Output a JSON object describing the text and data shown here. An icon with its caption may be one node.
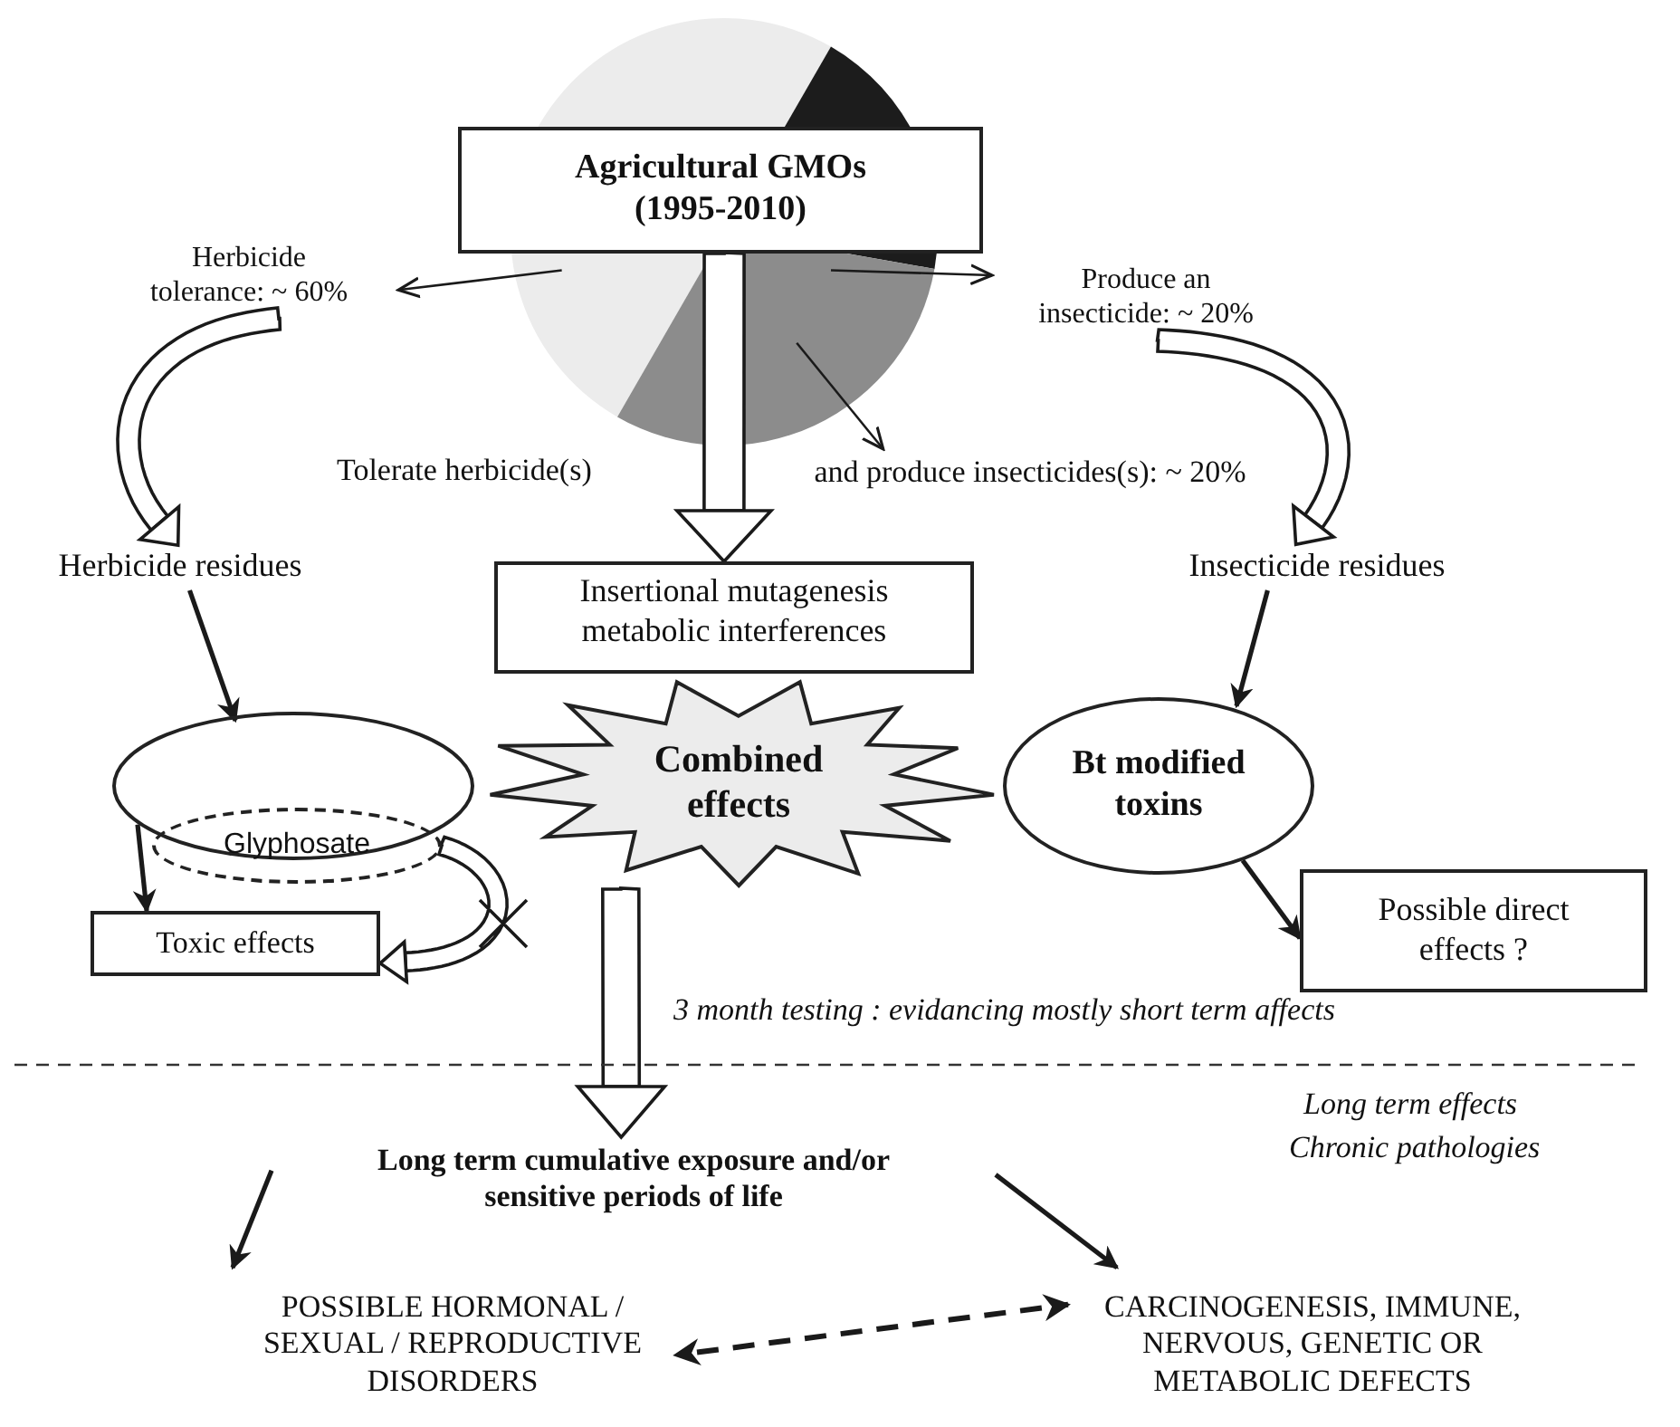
{
  "diagram": {
    "nodes": [
      {
        "text": [
          "Agricultural GMOs (1995-2010)"
        ]
      },
      {
        "text": [],
        "shape": "pie"
      },
      {
        "text": [
          "Herbicide tolerance: ~ 60%"
        ]
      },
      {
        "text": [
          "Produce an insecticide: ~ 20%"
        ]
      },
      {
        "text": [
          "and produce insecticides(s): ~ 20%"
        ]
      },
      {
        "text": [
          "Herbicide residues"
        ]
      },
      {
        "text": [
          "Insecticide residues"
        ]
      },
      {
        "text": [
          "Insertional mutagenesis metabolic interferences"
        ]
      },
      {
        "text": [],
        "shape": "ellipse"
      },
      {
        "text": [
          "Glyphosate"
        ]
      },
      {
        "text": [
          "Combined effects"
        ]
      },
      {
        "text": [
          "Bt modified toxins"
        ]
      },
      {
        "text": [
          "Toxic effects"
        ]
      },
      {
        "text": [
          "Possible direct effects ?"
        ]
      },
      {
        "text": [
          "Long term cumulative exposure and/or sensitive periods of life"
        ]
      },
      {
        "text": [
          "POSSIBLE HORMONAL / SEXUAL / REPRODUCTIVE DISORDERS"
        ]
      },
      {
        "text": [
          "CARCINOGENESIS, IMMUNE, NERVOUS, GENETIC OR METABOLIC DEFECTS"
        ]
      }
    ],
    "edges": [
      {
        "from": 1,
        "to": 2,
        "arrow": "to"
      },
      {
        "from": 1,
        "to": 3,
        "arrow": "to"
      },
      {
        "from": 1,
        "to": 4,
        "arrow": "to"
      },
      {
        "from": 0,
        "to": 7,
        "arrow": "to"
      },
      {
        "from": 2,
        "to": 5,
        "arrow": "to"
      },
      {
        "from": 3,
        "to": 6,
        "arrow": "to"
      },
      {
        "from": 5,
        "to": 8,
        "arrow": "to"
      },
      {
        "from": 6,
        "to": 11,
        "arrow": "to"
      },
      {
        "from": 8,
        "to": 12,
        "arrow": "to"
      },
      {
        "from": 9,
        "to": 12,
        "arrow": "to"
      },
      {
        "from": 11,
        "to": 13,
        "arrow": "to"
      },
      {
        "from": 10,
        "to": 14,
        "arrow": "to"
      },
      {
        "from": 14,
        "to": 15,
        "arrow": "to"
      },
      {
        "from": 14,
        "to": 16,
        "arrow": "to"
      },
      {
        "from": 15,
        "to": 16,
        "arrow": "both",
        "style": "dashed"
      }
    ],
    "labels": [
      "Tolerate herbicide(s)",
      "3 month testing : evidancing mostly short term affects",
      "Long term effects",
      "Chronic pathologies"
    ]
  }
}
